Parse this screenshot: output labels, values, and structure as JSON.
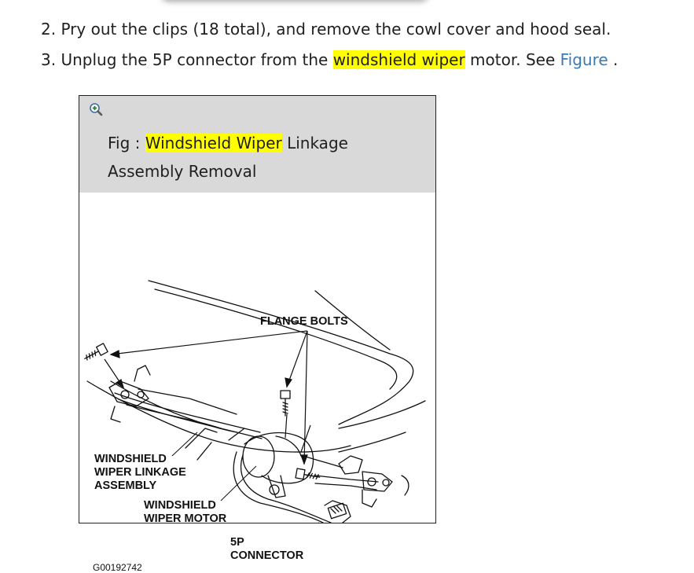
{
  "steps": [
    {
      "number": "2.",
      "text": "Pry out the clips (18 total), and remove the cowl cover and hood seal."
    },
    {
      "number": "3.",
      "pre": "Unplug the 5P connector from the ",
      "highlight": "windshield wiper",
      "post": " motor. See ",
      "link": "Figure",
      "tail": " ."
    }
  ],
  "figure": {
    "caption_prefix": "Fig : ",
    "caption_highlight": "Windshield Wiper",
    "caption_rest_line1": " Linkage",
    "caption_line2": "Assembly Removal",
    "zoom_icon": "zoom-in-icon",
    "labels": {
      "flange_bolts": "FLANGE BOLTS",
      "linkage": [
        "WINDSHIELD",
        "WIPER LINKAGE",
        "ASSEMBLY"
      ],
      "motor": [
        "WINDSHIELD",
        "WIPER MOTOR"
      ],
      "connector": [
        "5P",
        "CONNECTOR"
      ]
    },
    "code": "G00192742"
  },
  "colors": {
    "highlight": "#ffff00",
    "link": "#3a7ab3",
    "caption_bg": "#d9d9d9"
  }
}
